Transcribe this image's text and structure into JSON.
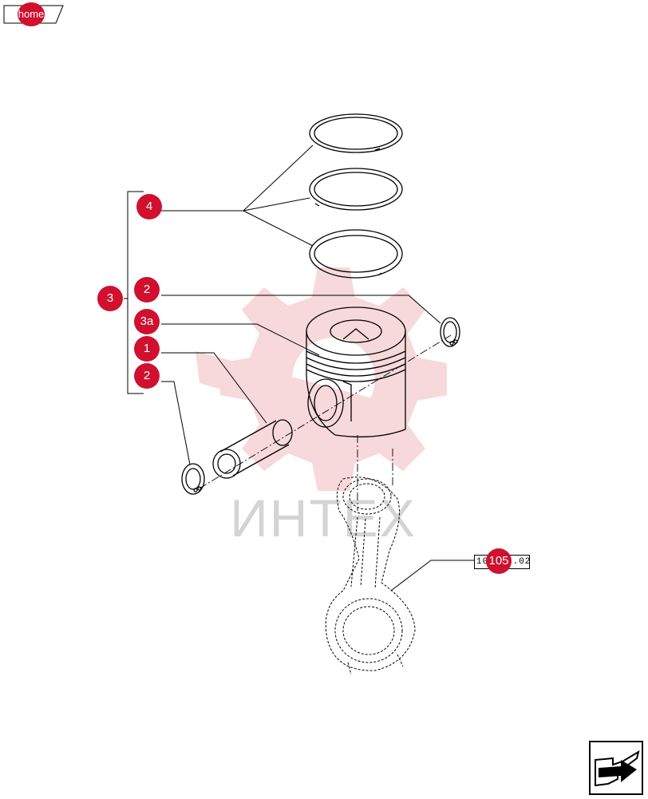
{
  "home": {
    "label": "home"
  },
  "callouts": [
    {
      "id": "ring-set",
      "label": "4"
    },
    {
      "id": "circlip-upper",
      "label": "2"
    },
    {
      "id": "piston-kit",
      "label": "3"
    },
    {
      "id": "piston",
      "label": "3a"
    },
    {
      "id": "piston-pin",
      "label": "1"
    },
    {
      "id": "circlip-lower",
      "label": "2"
    }
  ],
  "reference": {
    "code": "10.105.02",
    "badge": "105"
  },
  "watermark": {
    "text": "ИНТЕХ"
  },
  "colors": {
    "accent": "#d0102e",
    "watermark": "#f4c9cd",
    "line": "#000000"
  },
  "icons": {
    "next": "arrow-next-icon"
  }
}
